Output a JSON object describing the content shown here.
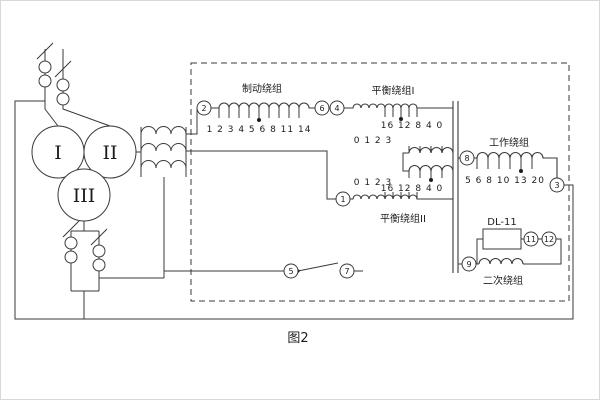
{
  "figure": {
    "caption": "图2"
  },
  "transformer": {
    "w1": "I",
    "w2": "II",
    "w3": "III"
  },
  "relay_box": {
    "relay": {
      "model": "DL-11"
    },
    "windings": {
      "braking": {
        "name": "制动绕组",
        "taps": "1 2 3 4 5 6 8 11 14"
      },
      "balance1": {
        "name": "平衡绕组I",
        "coarse_taps": "16 12 8 4 0",
        "fine_taps": "0 1 2 3"
      },
      "balance2": {
        "name": "平衡绕组II",
        "coarse_taps": "16 12 8 4 0",
        "fine_taps": "0 1 2 3"
      },
      "working": {
        "name": "工作绕组",
        "taps": "5 6 8 10 13 20"
      },
      "secondary": {
        "name": "二次绕组"
      }
    }
  },
  "terminals": {
    "t1": "1",
    "t2": "2",
    "t3": "3",
    "t4": "4",
    "t5": "5",
    "t6": "6",
    "t7": "7",
    "t8": "8",
    "t9": "9",
    "t11": "11",
    "t12": "12"
  }
}
